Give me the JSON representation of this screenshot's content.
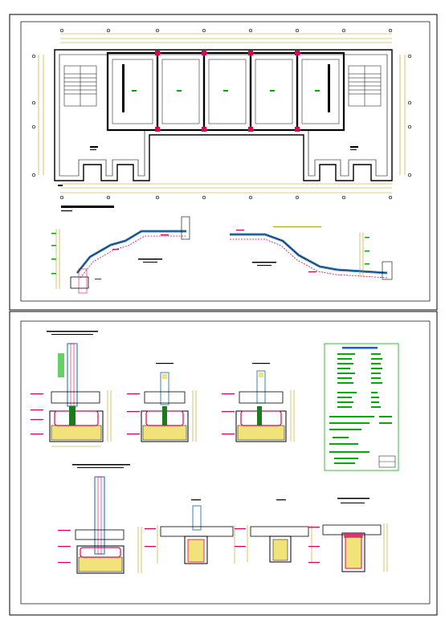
{
  "drawing": {
    "panels": [
      {
        "name": "foundation-plan-and-stair-sections"
      },
      {
        "name": "foundation-detail-sections"
      }
    ],
    "colors": {
      "frame": "#000000",
      "dimension": "#b8a000",
      "wall": "#000000",
      "rebar": "#e0005a",
      "note": "#00b000",
      "concrete": "#f2e27a",
      "axis": "#3a7fc8",
      "paper": "#ffffff"
    },
    "axis_grid": {
      "columns": 11,
      "rows": 6
    },
    "foundation_rooms": 5,
    "detail_sections_top_row": 3,
    "detail_sections_bottom_row": 4,
    "legend_notes_panel": "notes-table",
    "icons": [
      "axis-bubble-icon",
      "north-marker-icon"
    ]
  }
}
